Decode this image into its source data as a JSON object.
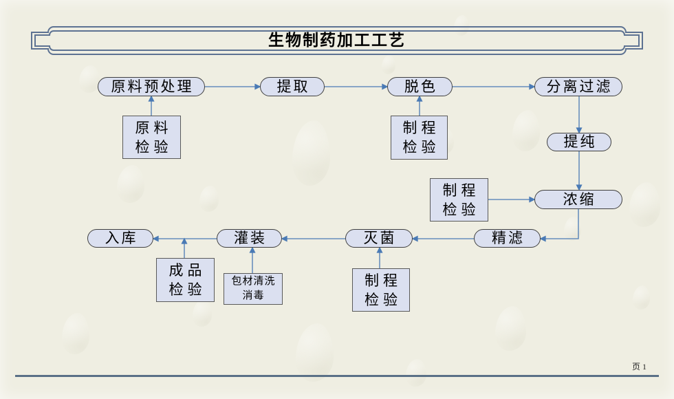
{
  "slide": {
    "title": "生物制药加工工艺",
    "page_label": "页 1"
  },
  "flow": {
    "pretreatment": "原料预处理",
    "extraction": "提取",
    "decolorization": "脱色",
    "separation_filtration": "分离过滤",
    "purification": "提纯",
    "concentration": "浓缩",
    "fine_filtration": "精滤",
    "sterilization": "灭菌",
    "filling": "灌装",
    "warehousing": "入库"
  },
  "inspections": {
    "raw_material": [
      "原料",
      "检验"
    ],
    "process_after_decolor": [
      "制程",
      "检验"
    ],
    "process_before_concentrate": [
      "制程",
      "检验"
    ],
    "process_before_sterilize": [
      "制程",
      "检验"
    ],
    "packaging_cleaning": [
      "包材清洗",
      "消毒"
    ],
    "finished_product": [
      "成品",
      "检验"
    ]
  },
  "colors": {
    "background": "#efeee2",
    "node_fill": "#dbe0f0",
    "node_border": "#404040",
    "inspect_border": "#595959",
    "arrow": "#4a7ab5",
    "title_frame": "#5d7292",
    "footer_line": "#5a7086",
    "text": "#000000"
  }
}
